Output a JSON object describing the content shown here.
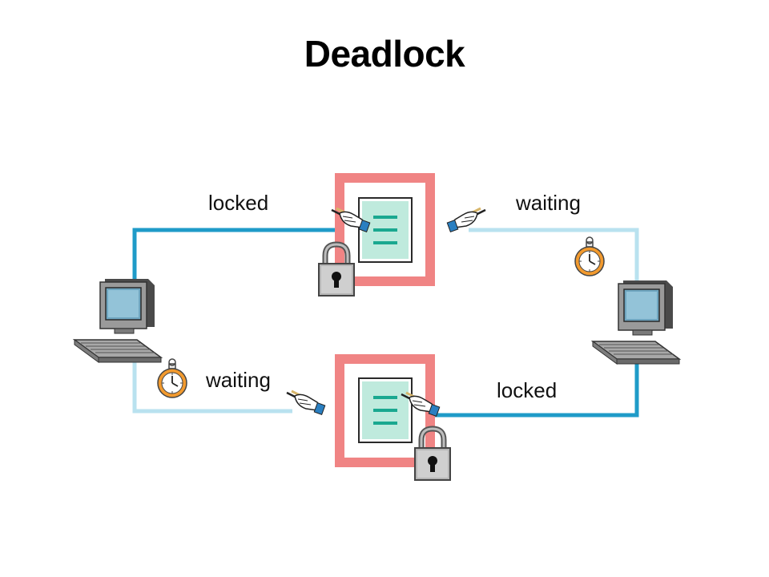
{
  "title": "Deadlock",
  "labels": {
    "top_left": "locked",
    "top_right": "waiting",
    "bottom_left": "waiting",
    "bottom_right": "locked"
  },
  "colors": {
    "locked_line": "#1f9bc8",
    "waiting_line": "#b9e2ef",
    "resource_border": "#f08484",
    "document": "#bfeadd",
    "document_lines": "#1aa890"
  },
  "icons": [
    "computer-icon",
    "document-icon",
    "padlock-icon",
    "pen-hand-icon",
    "stopwatch-icon"
  ]
}
